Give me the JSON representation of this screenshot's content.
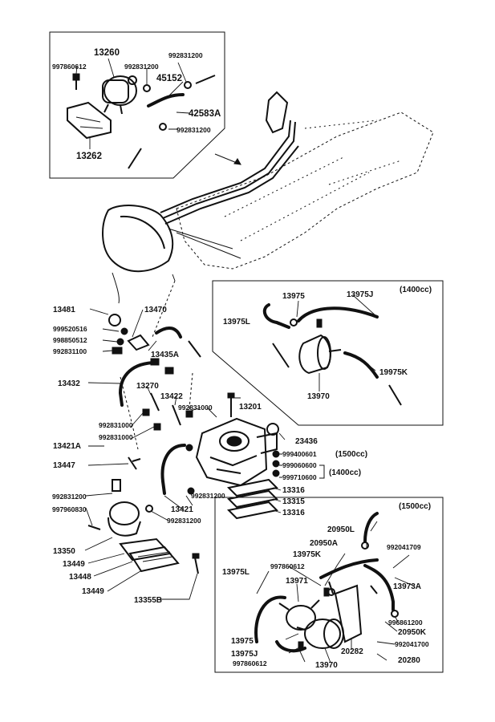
{
  "box_top_left": {
    "labels": {
      "p13260": "13260",
      "p45152": "45152",
      "p42583A": "42583A",
      "p13262": "13262",
      "p997860612": "997860612",
      "p992831200a": "992831200",
      "p992831200b": "992831200",
      "p992831200c": "992831200"
    }
  },
  "box_1400": {
    "variant": "(1400cc)",
    "labels": {
      "p13975": "13975",
      "p13975J": "13975J",
      "p13975L": "13975L",
      "p19975K": "19975K",
      "p13970": "13970"
    }
  },
  "box_1500": {
    "variant": "(1500cc)",
    "labels": {
      "p20950L": "20950L",
      "p20950A": "20950A",
      "p13975K": "13975K",
      "p992041009a": "992041709",
      "p997860612": "997860612",
      "p13975L": "13975L",
      "p13971": "13971",
      "p13973A": "13973A",
      "p996861200": "996861200",
      "p20950K": "20950K",
      "p992041009b": "992041700",
      "p13975": "13975",
      "p13975J": "13975J",
      "p997860612b": "997860612",
      "p13970": "13970",
      "p20282": "20282",
      "p20280": "20280"
    }
  },
  "main_labels": {
    "p13481": "13481",
    "p13470": "13470",
    "p999520516": "999520516",
    "p998850512": "998850512",
    "p992831100": "992831100",
    "p13435A": "13435A",
    "p13432": "13432",
    "p13270": "13270",
    "p13422": "13422",
    "p992831000a": "992831000",
    "p13201": "13201",
    "p992831000b": "992831000",
    "p992831000c": "992831000",
    "p23436": "23436",
    "p999400601": "999400601",
    "p1500cc": "(1500cc)",
    "p999060600": "999060600",
    "p1400cc": "(1400cc)",
    "p999710600": "999710600",
    "p13421A": "13421A",
    "p13447": "13447",
    "p13316a": "13316",
    "p13315": "13315",
    "p13316b": "13316",
    "p992831200a": "992831200",
    "p992831200b": "992831200",
    "p13421": "13421",
    "p992831200c": "992831200",
    "p997960830": "997960830",
    "p13350": "13350",
    "p13449a": "13449",
    "p13448": "13448",
    "p13449b": "13449",
    "p13355B": "13355B"
  }
}
